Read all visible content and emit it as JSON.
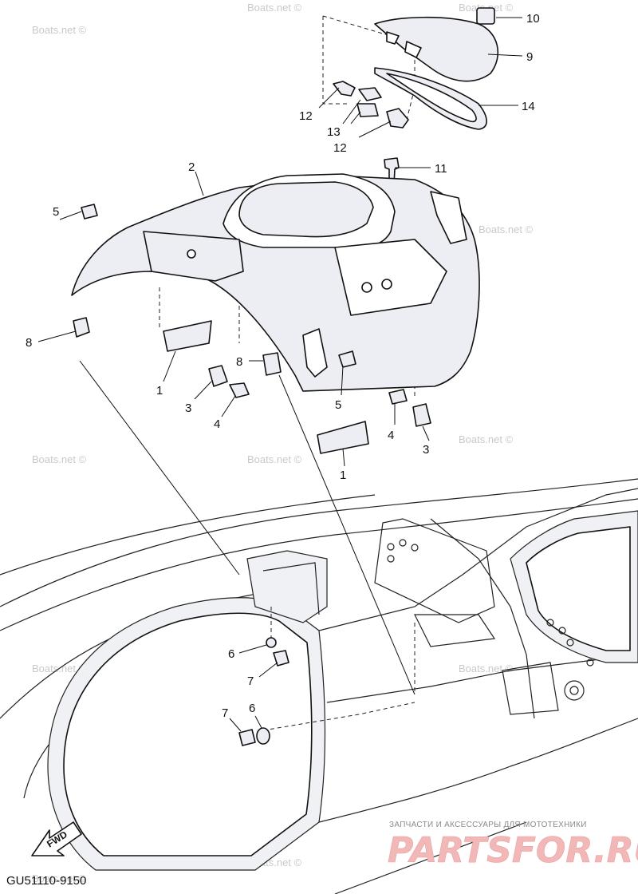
{
  "diagram_code": "GU51110-9150",
  "watermark_text": "Boats.net ©",
  "watermark_short": "Boats.net",
  "fwd_label": "FWD",
  "brand": {
    "tagline": "ЗАПЧАСТИ И АКСЕССУАРЫ ДЛЯ МОТОТЕХНИКИ",
    "name": "PARTSFOR.RU",
    "color": "#e8a0a0"
  },
  "callouts": [
    {
      "id": "c10",
      "label": "10"
    },
    {
      "id": "c9",
      "label": "9"
    },
    {
      "id": "c14",
      "label": "14"
    },
    {
      "id": "c12a",
      "label": "12"
    },
    {
      "id": "c13",
      "label": "13"
    },
    {
      "id": "c12b",
      "label": "12"
    },
    {
      "id": "c11",
      "label": "11"
    },
    {
      "id": "c2",
      "label": "2"
    },
    {
      "id": "c5a",
      "label": "5"
    },
    {
      "id": "c8a",
      "label": "8"
    },
    {
      "id": "c1a",
      "label": "1"
    },
    {
      "id": "c3a",
      "label": "3"
    },
    {
      "id": "c4a",
      "label": "4"
    },
    {
      "id": "c8b",
      "label": "8"
    },
    {
      "id": "c5b",
      "label": "5"
    },
    {
      "id": "c4b",
      "label": "4"
    },
    {
      "id": "c3b",
      "label": "3"
    },
    {
      "id": "c1b",
      "label": "1"
    },
    {
      "id": "c6a",
      "label": "6"
    },
    {
      "id": "c7a",
      "label": "7"
    },
    {
      "id": "c7b",
      "label": "7"
    },
    {
      "id": "c6b",
      "label": "6"
    }
  ]
}
